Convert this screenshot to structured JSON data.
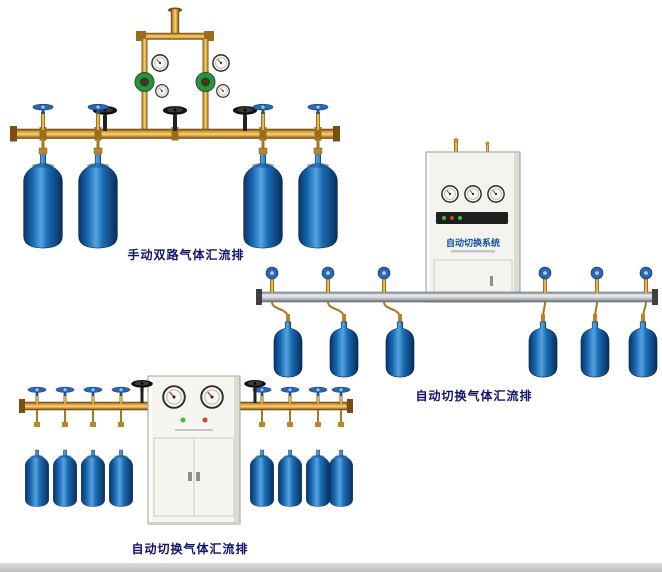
{
  "products": [
    {
      "id": "manual-dual-manifold",
      "caption": "手动双路气体汇流排",
      "cylinder_count": 4
    },
    {
      "id": "auto-switch-manifold-with-cabinet",
      "caption": "自动切换气体汇流排",
      "cabinet_label": "自动切换系统",
      "cylinder_count": 6
    },
    {
      "id": "auto-switch-manifold",
      "caption": "自动切换气体汇流排",
      "cylinder_count": 8
    }
  ],
  "colors": {
    "background": "#ffffff",
    "caption_text": "#12126b",
    "cylinder_blue": "#1565ae",
    "brass_pipe": "#d8a43c",
    "silver_pipe": "#c9cdd1",
    "cabinet_body": "#f4f4ef",
    "cabinet_label_blue": "#1450a4",
    "valve_handle_blue": "#2b66b0"
  }
}
